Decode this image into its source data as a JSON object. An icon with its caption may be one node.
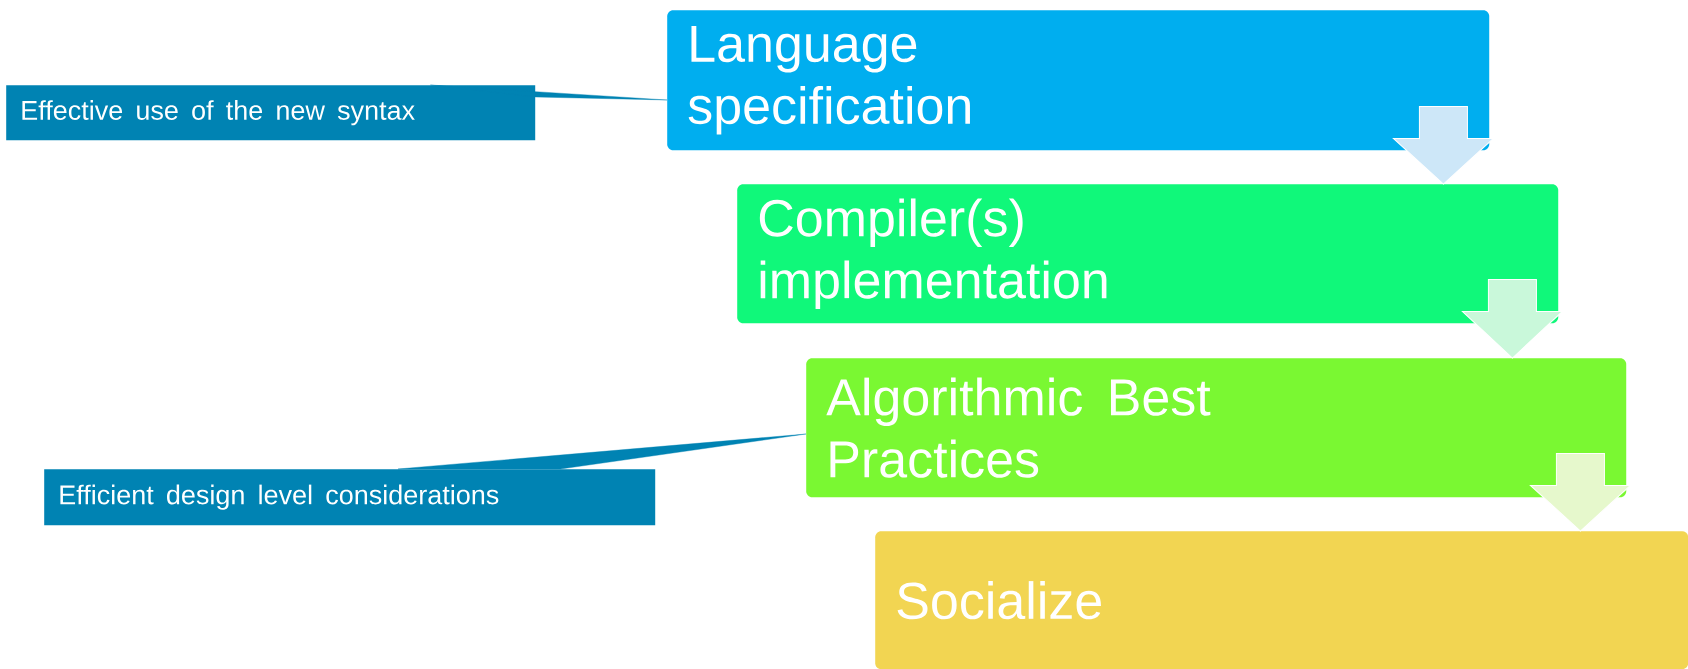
{
  "diagram": {
    "nodes": [
      {
        "text": [
          "Language specification"
        ]
      },
      {
        "text": [
          "Compiler(s) implementation"
        ]
      },
      {
        "text": [
          "Algorithmic Best Practices"
        ]
      },
      {
        "text": [
          "Socialize"
        ]
      },
      {
        "text": [
          "Effective use of the new syntax"
        ]
      },
      {
        "text": [
          "Efficient design level considerations"
        ]
      }
    ],
    "edges": [
      {
        "from": 0,
        "to": 1,
        "arrow": "to"
      },
      {
        "from": 1,
        "to": 2,
        "arrow": "to"
      },
      {
        "from": 2,
        "to": 3,
        "arrow": "to"
      },
      {
        "from": 4,
        "to": 0,
        "arrow": "none"
      },
      {
        "from": 5,
        "to": 2,
        "arrow": "none"
      }
    ]
  }
}
